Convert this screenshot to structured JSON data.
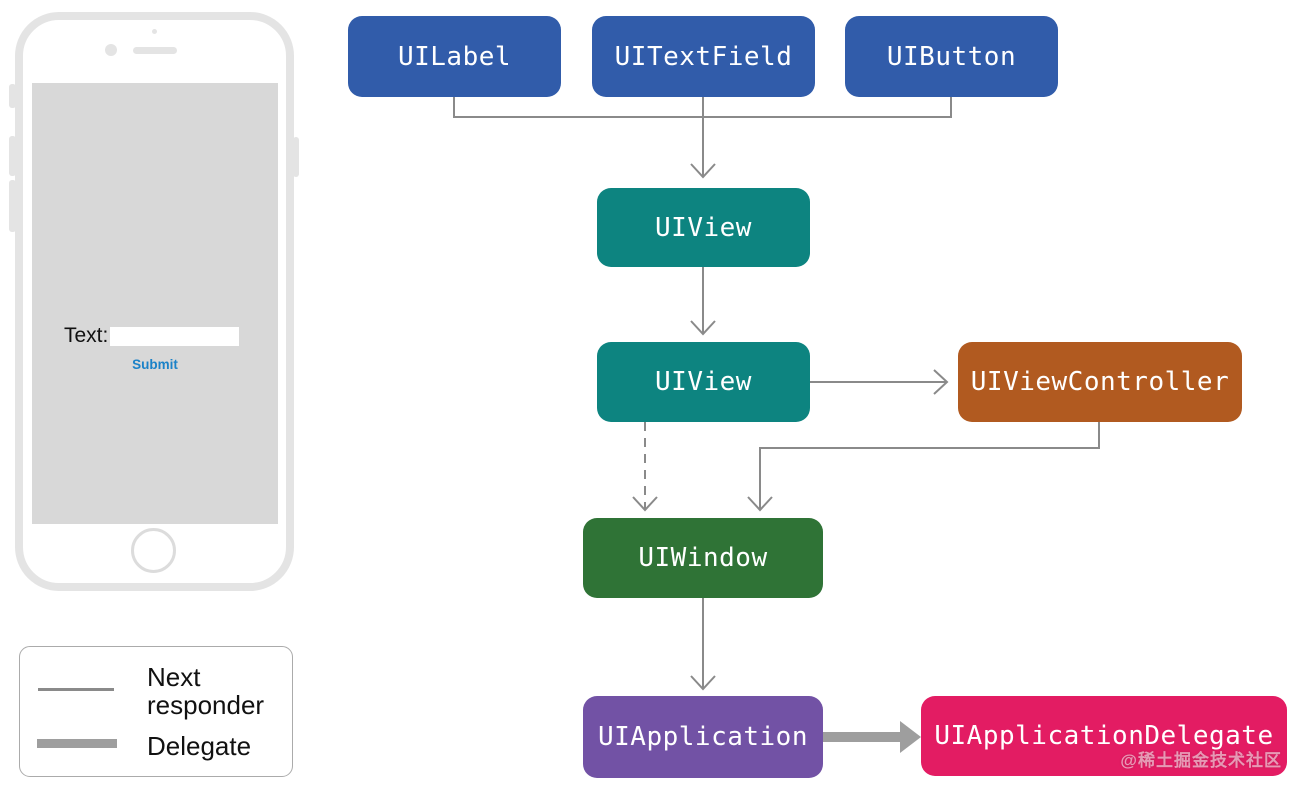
{
  "diagram": {
    "nodes": [
      {
        "id": "uilabel",
        "label": "UILabel",
        "color": "#315CAA"
      },
      {
        "id": "uitextfield",
        "label": "UITextField",
        "color": "#315CAA"
      },
      {
        "id": "uibutton",
        "label": "UIButton",
        "color": "#315CAA"
      },
      {
        "id": "uiview-top",
        "label": "UIView",
        "color": "#0D8480"
      },
      {
        "id": "uiview-main",
        "label": "UIView",
        "color": "#0D8480"
      },
      {
        "id": "uiviewcontroller",
        "label": "UIViewController",
        "color": "#B15A20"
      },
      {
        "id": "uiwindow",
        "label": "UIWindow",
        "color": "#2F7336"
      },
      {
        "id": "uiapplication",
        "label": "UIApplication",
        "color": "#7252A5"
      },
      {
        "id": "uiapplicationdelegate",
        "label": "UIApplicationDelegate",
        "color": "#E31C63"
      }
    ],
    "edges": [
      {
        "from": "UILabel",
        "to": "UIView",
        "type": "next-responder"
      },
      {
        "from": "UITextField",
        "to": "UIView",
        "type": "next-responder"
      },
      {
        "from": "UIButton",
        "to": "UIView",
        "type": "next-responder"
      },
      {
        "from": "UIView",
        "to": "UIView",
        "type": "next-responder"
      },
      {
        "from": "UIView",
        "to": "UIViewController",
        "type": "next-responder"
      },
      {
        "from": "UIView",
        "to": "UIWindow",
        "type": "next-responder-dashed"
      },
      {
        "from": "UIViewController",
        "to": "UIWindow",
        "type": "next-responder"
      },
      {
        "from": "UIWindow",
        "to": "UIApplication",
        "type": "next-responder"
      },
      {
        "from": "UIApplication",
        "to": "UIApplicationDelegate",
        "type": "delegate"
      }
    ],
    "line_color": "#8A8A8A",
    "delegate_arrow_color": "#9E9E9E"
  },
  "phone_mockup": {
    "text_label": "Text:",
    "input_value": "",
    "submit_label": "Submit",
    "submit_color": "#1B82C8"
  },
  "legend": {
    "items": [
      {
        "label": "Next responder",
        "style": "thin-line"
      },
      {
        "label": "Delegate",
        "style": "thick-line"
      }
    ]
  },
  "watermark": "@稀土掘金技术社区"
}
